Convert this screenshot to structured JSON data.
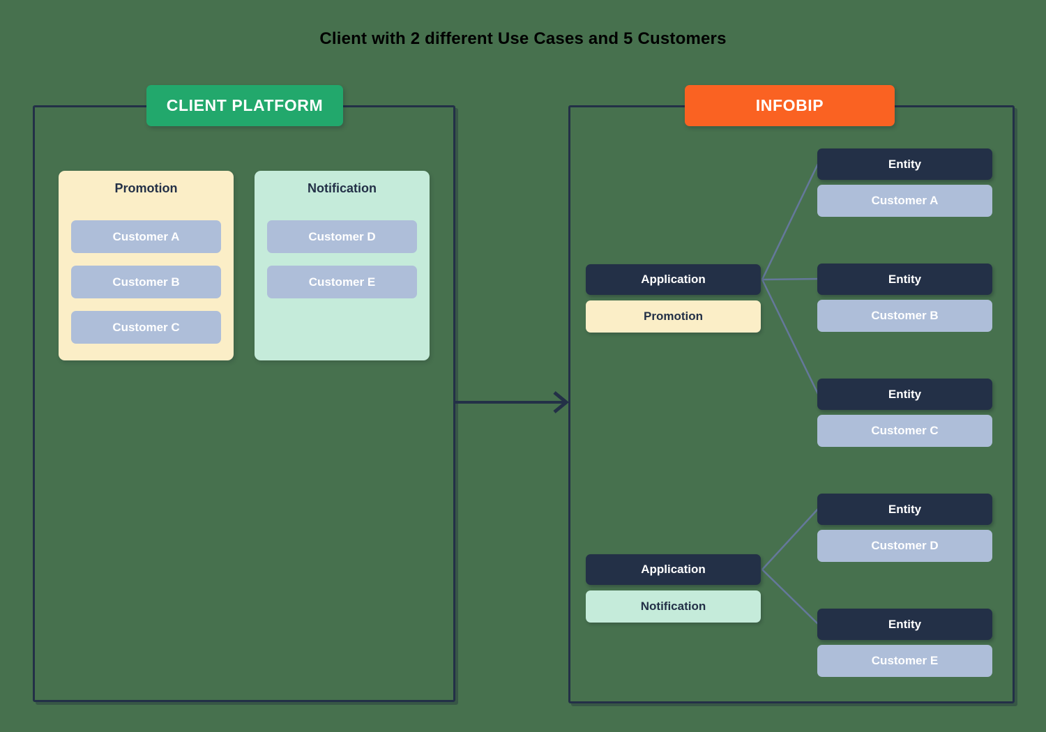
{
  "title": "Client with 2 different Use Cases and 5 Customers",
  "colors": {
    "background": "#47714E",
    "client_platform_accent": "#22A86C",
    "infobip_accent": "#FA6222",
    "dark_navy": "#233047",
    "customer_chip": "#AEBED9",
    "promotion_fill": "#FBEEC7",
    "notification_fill": "#C5EBDA",
    "connector_line": "#65789B"
  },
  "client_platform": {
    "label": "CLIENT PLATFORM",
    "use_cases": [
      {
        "name": "Promotion",
        "customers": [
          "Customer A",
          "Customer B",
          "Customer C"
        ]
      },
      {
        "name": "Notification",
        "customers": [
          "Customer D",
          "Customer E"
        ]
      }
    ]
  },
  "infobip": {
    "label": "INFOBIP",
    "applications": [
      {
        "label": "Application",
        "use_case": "Promotion",
        "entities": [
          {
            "label": "Entity",
            "customer": "Customer A"
          },
          {
            "label": "Entity",
            "customer": "Customer B"
          },
          {
            "label": "Entity",
            "customer": "Customer C"
          }
        ]
      },
      {
        "label": "Application",
        "use_case": "Notification",
        "entities": [
          {
            "label": "Entity",
            "customer": "Customer D"
          },
          {
            "label": "Entity",
            "customer": "Customer E"
          }
        ]
      }
    ]
  }
}
